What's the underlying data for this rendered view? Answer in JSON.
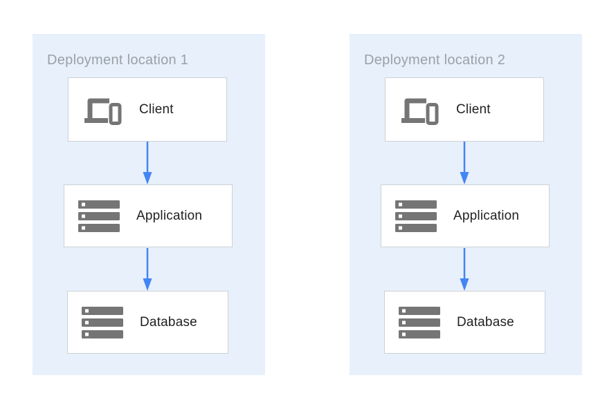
{
  "diagram": {
    "panels": [
      {
        "title": "Deployment location 1",
        "nodes": [
          {
            "label": "Client",
            "icon": "devices-icon"
          },
          {
            "label": "Application",
            "icon": "server-stack-icon"
          },
          {
            "label": "Database",
            "icon": "server-stack-icon"
          }
        ],
        "connections": [
          {
            "from": "Client",
            "to": "Application"
          },
          {
            "from": "Application",
            "to": "Database"
          }
        ]
      },
      {
        "title": "Deployment location 2",
        "nodes": [
          {
            "label": "Client",
            "icon": "devices-icon"
          },
          {
            "label": "Application",
            "icon": "server-stack-icon"
          },
          {
            "label": "Database",
            "icon": "server-stack-icon"
          }
        ],
        "connections": [
          {
            "from": "Client",
            "to": "Application"
          },
          {
            "from": "Application",
            "to": "Database"
          }
        ]
      }
    ],
    "colors": {
      "panel_background": "#E7F0FB",
      "box_background": "#FFFFFF",
      "box_border": "#CDD1D5",
      "arrow": "#4285F4",
      "panel_title_text": "#9AA0A6",
      "node_label_text": "#212121",
      "icon": "#757575"
    }
  }
}
